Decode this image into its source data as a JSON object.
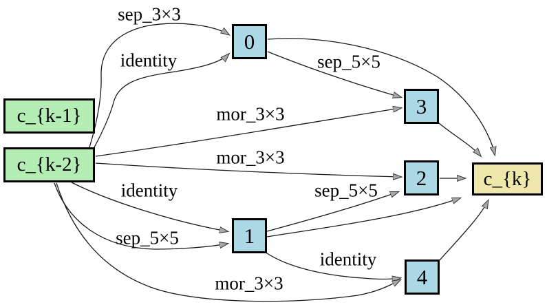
{
  "diagram": {
    "kind": "nas-cell-graph",
    "background": "#ffffff",
    "colors": {
      "input_fill": "#b4eeb4",
      "intermediate_fill": "#add8e6",
      "output_fill": "#eee8aa",
      "border": "#000000",
      "edge_line": "#1a1a1a",
      "arrowhead_fill": "#a8a8a8",
      "arrowhead_stroke": "#333333"
    },
    "nodes": {
      "ck1": {
        "label": "c_{k-1}",
        "role": "input",
        "fill": "#b4eeb4"
      },
      "ck2": {
        "label": "c_{k-2}",
        "role": "input",
        "fill": "#b4eeb4"
      },
      "n0": {
        "label": "0",
        "role": "intermediate",
        "fill": "#add8e6"
      },
      "n1": {
        "label": "1",
        "role": "intermediate",
        "fill": "#add8e6"
      },
      "n2": {
        "label": "2",
        "role": "intermediate",
        "fill": "#add8e6"
      },
      "n3": {
        "label": "3",
        "role": "intermediate",
        "fill": "#add8e6"
      },
      "n4": {
        "label": "4",
        "role": "intermediate",
        "fill": "#add8e6"
      },
      "ck": {
        "label": "c_{k}",
        "role": "output",
        "fill": "#eee8aa"
      }
    },
    "edges": [
      {
        "from": "c_{k-2}",
        "to": "0",
        "label": "sep_3×3"
      },
      {
        "from": "c_{k-2}",
        "to": "0",
        "label": "identity"
      },
      {
        "from": "0",
        "to": "3",
        "label": "sep_5×5"
      },
      {
        "from": "c_{k-2}",
        "to": "3",
        "label": "mor_3×3"
      },
      {
        "from": "c_{k-2}",
        "to": "2",
        "label": "mor_3×3"
      },
      {
        "from": "c_{k-2}",
        "to": "1",
        "label": "identity"
      },
      {
        "from": "c_{k-2}",
        "to": "1",
        "label": "sep_5×5"
      },
      {
        "from": "1",
        "to": "2",
        "label": "sep_5×5"
      },
      {
        "from": "1",
        "to": "4",
        "label": "identity"
      },
      {
        "from": "c_{k-2}",
        "to": "4",
        "label": "mor_3×3"
      },
      {
        "from": "0",
        "to": "c_{k}",
        "label": ""
      },
      {
        "from": "3",
        "to": "c_{k}",
        "label": ""
      },
      {
        "from": "2",
        "to": "c_{k}",
        "label": ""
      },
      {
        "from": "1",
        "to": "c_{k}",
        "label": ""
      },
      {
        "from": "4",
        "to": "c_{k}",
        "label": ""
      }
    ]
  }
}
